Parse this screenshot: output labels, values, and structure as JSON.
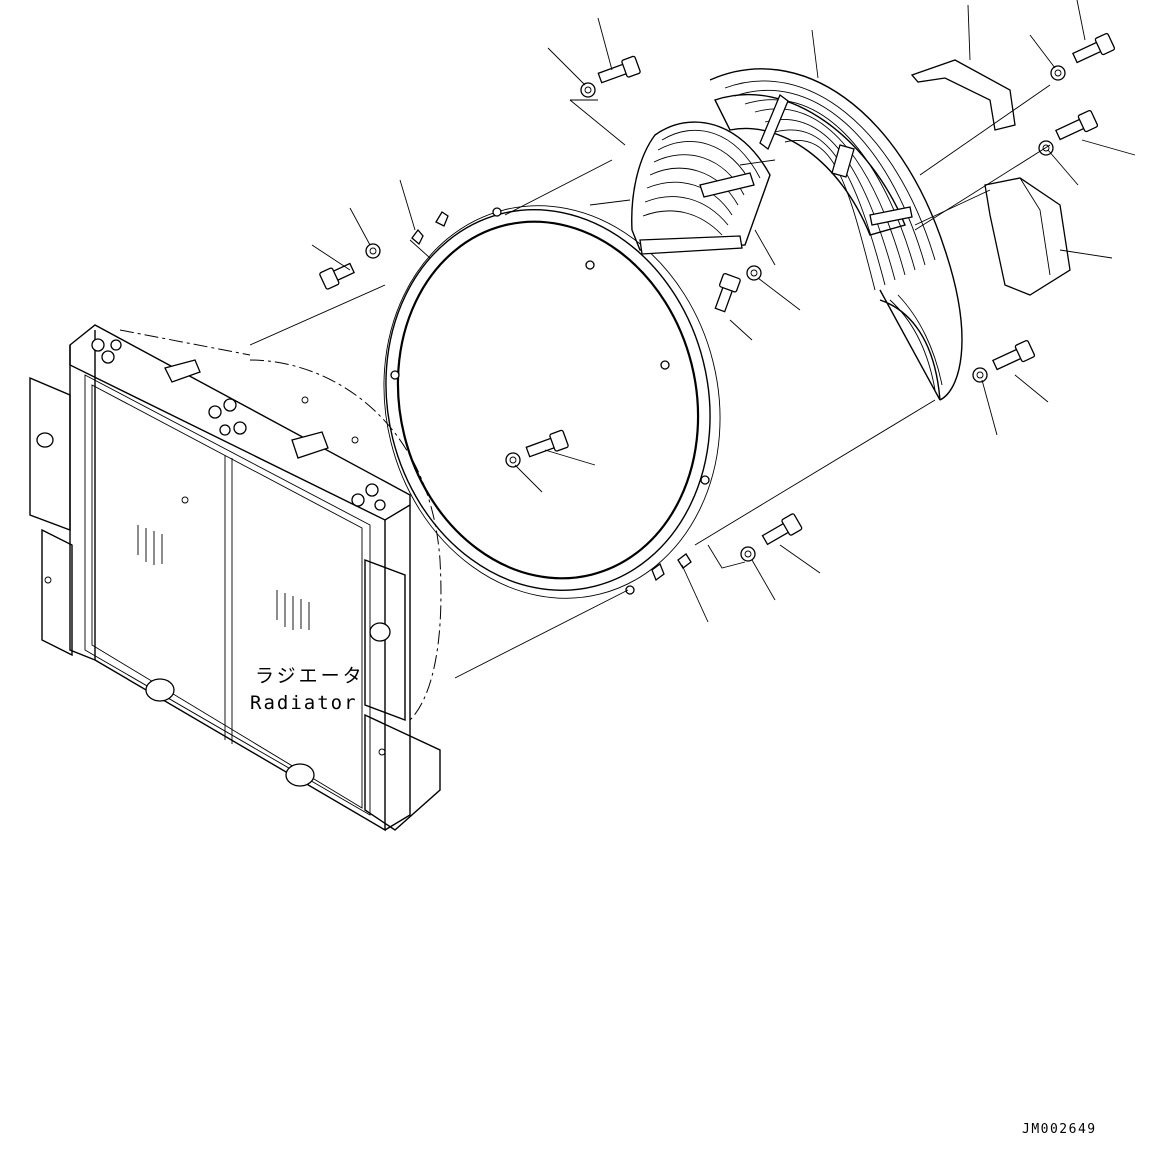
{
  "diagram": {
    "labels": {
      "radiator_jp": "ラジエータ",
      "radiator_en": "Radiator"
    },
    "drawing_code": "JM002649",
    "colors": {
      "ink": "#000000",
      "paper": "#ffffff"
    },
    "parts": [
      "radiator-assembly",
      "fan-ring-plate",
      "fan-guard-upper",
      "fan-guard-left",
      "cover-bracket-top",
      "cover-bracket-right",
      "bolt",
      "washer"
    ]
  }
}
